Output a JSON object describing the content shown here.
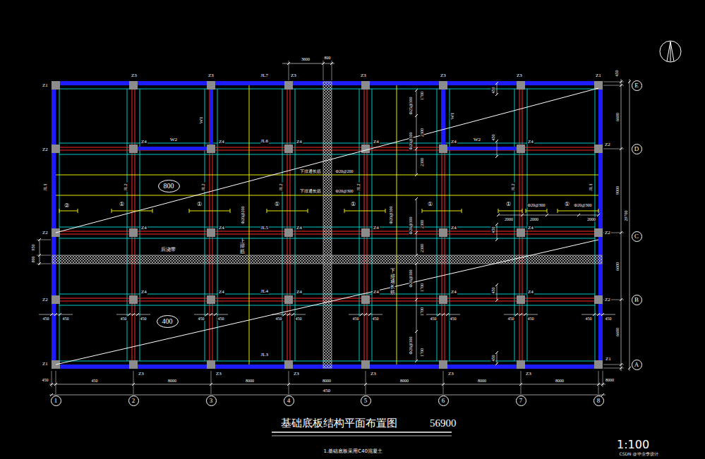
{
  "diagram": {
    "title": "基础底板结构平面布置图",
    "nodes": [
      {
        "text": [
          "E"
        ]
      },
      {
        "text": [
          "D"
        ]
      },
      {
        "text": [
          "800"
        ]
      },
      {
        "text": [
          "C"
        ]
      },
      {
        "text": [
          "B"
        ]
      },
      {
        "text": [
          "400"
        ]
      },
      {
        "text": [
          "A"
        ]
      },
      {
        "text": [
          "1"
        ]
      },
      {
        "text": [
          "2"
        ]
      },
      {
        "text": [
          "3"
        ]
      },
      {
        "text": [
          "4"
        ]
      },
      {
        "text": [
          "5"
        ]
      },
      {
        "text": [
          "6"
        ]
      },
      {
        "text": [
          "7"
        ]
      },
      {
        "text": [
          "8"
        ]
      }
    ],
    "labels": [
      "3600",
      "800",
      "Z1",
      "Z3",
      "Z3",
      "JL7",
      "Z3",
      "Z3",
      "Z3",
      "Z3",
      "Z1",
      "450",
      "W1",
      "W1",
      "Φ25@300",
      "1700",
      "Φ20@300",
      "2300",
      "2300",
      "450",
      "6600",
      "Z2",
      "Z4",
      "W2",
      "Z4",
      "JL6",
      "Z4",
      "Z4",
      "Z4",
      "W2",
      "450",
      "Z4",
      "Z2",
      "JL1",
      "JL2",
      "JL2",
      "JL2",
      "JL2",
      "JL2",
      "JL1",
      "下排通长筋",
      "Φ20@200",
      "下排通长筋",
      "Φ20@300",
      "9000",
      "②",
      "①",
      "①",
      "①",
      "①",
      "①",
      "①",
      "Φ20@300",
      "①",
      "Φ20@300",
      "Φ20@200",
      "Φ20@300",
      "Φ20@300",
      "2300",
      "2000",
      "2000",
      "2000",
      "Z2",
      "Z4",
      "Z4",
      "JL5",
      "Z4",
      "Z4",
      "Z4",
      "450",
      "Z4",
      "Z2",
      "29700",
      "950",
      "800",
      "后浇带",
      "上排筋",
      "2300",
      "6600",
      "下排通长筋",
      "Φ20@300",
      "1700",
      "Z4",
      "Z4",
      "JL4",
      "Z4",
      "Z4",
      "Z4",
      "450",
      "Z4",
      "Z2",
      "Z2",
      "1700",
      "450",
      "450",
      "450",
      "450",
      "450",
      "450",
      "450",
      "450",
      "450",
      "450",
      "450",
      "450",
      "450",
      "450",
      "450",
      "450",
      "6600",
      "Φ20@300",
      "1700",
      "JL3",
      "450",
      "Z1",
      "Z1",
      "Z3",
      "Z3",
      "Z3",
      "Z3",
      "Z3",
      "Z3",
      "450",
      "450",
      "8000",
      "8000",
      "8000",
      "8000",
      "8000",
      "8000",
      "8000",
      "450",
      "56900",
      "1:100",
      "CSDN @毕业季设计",
      "1.基础底板采用C40混凝土"
    ]
  }
}
